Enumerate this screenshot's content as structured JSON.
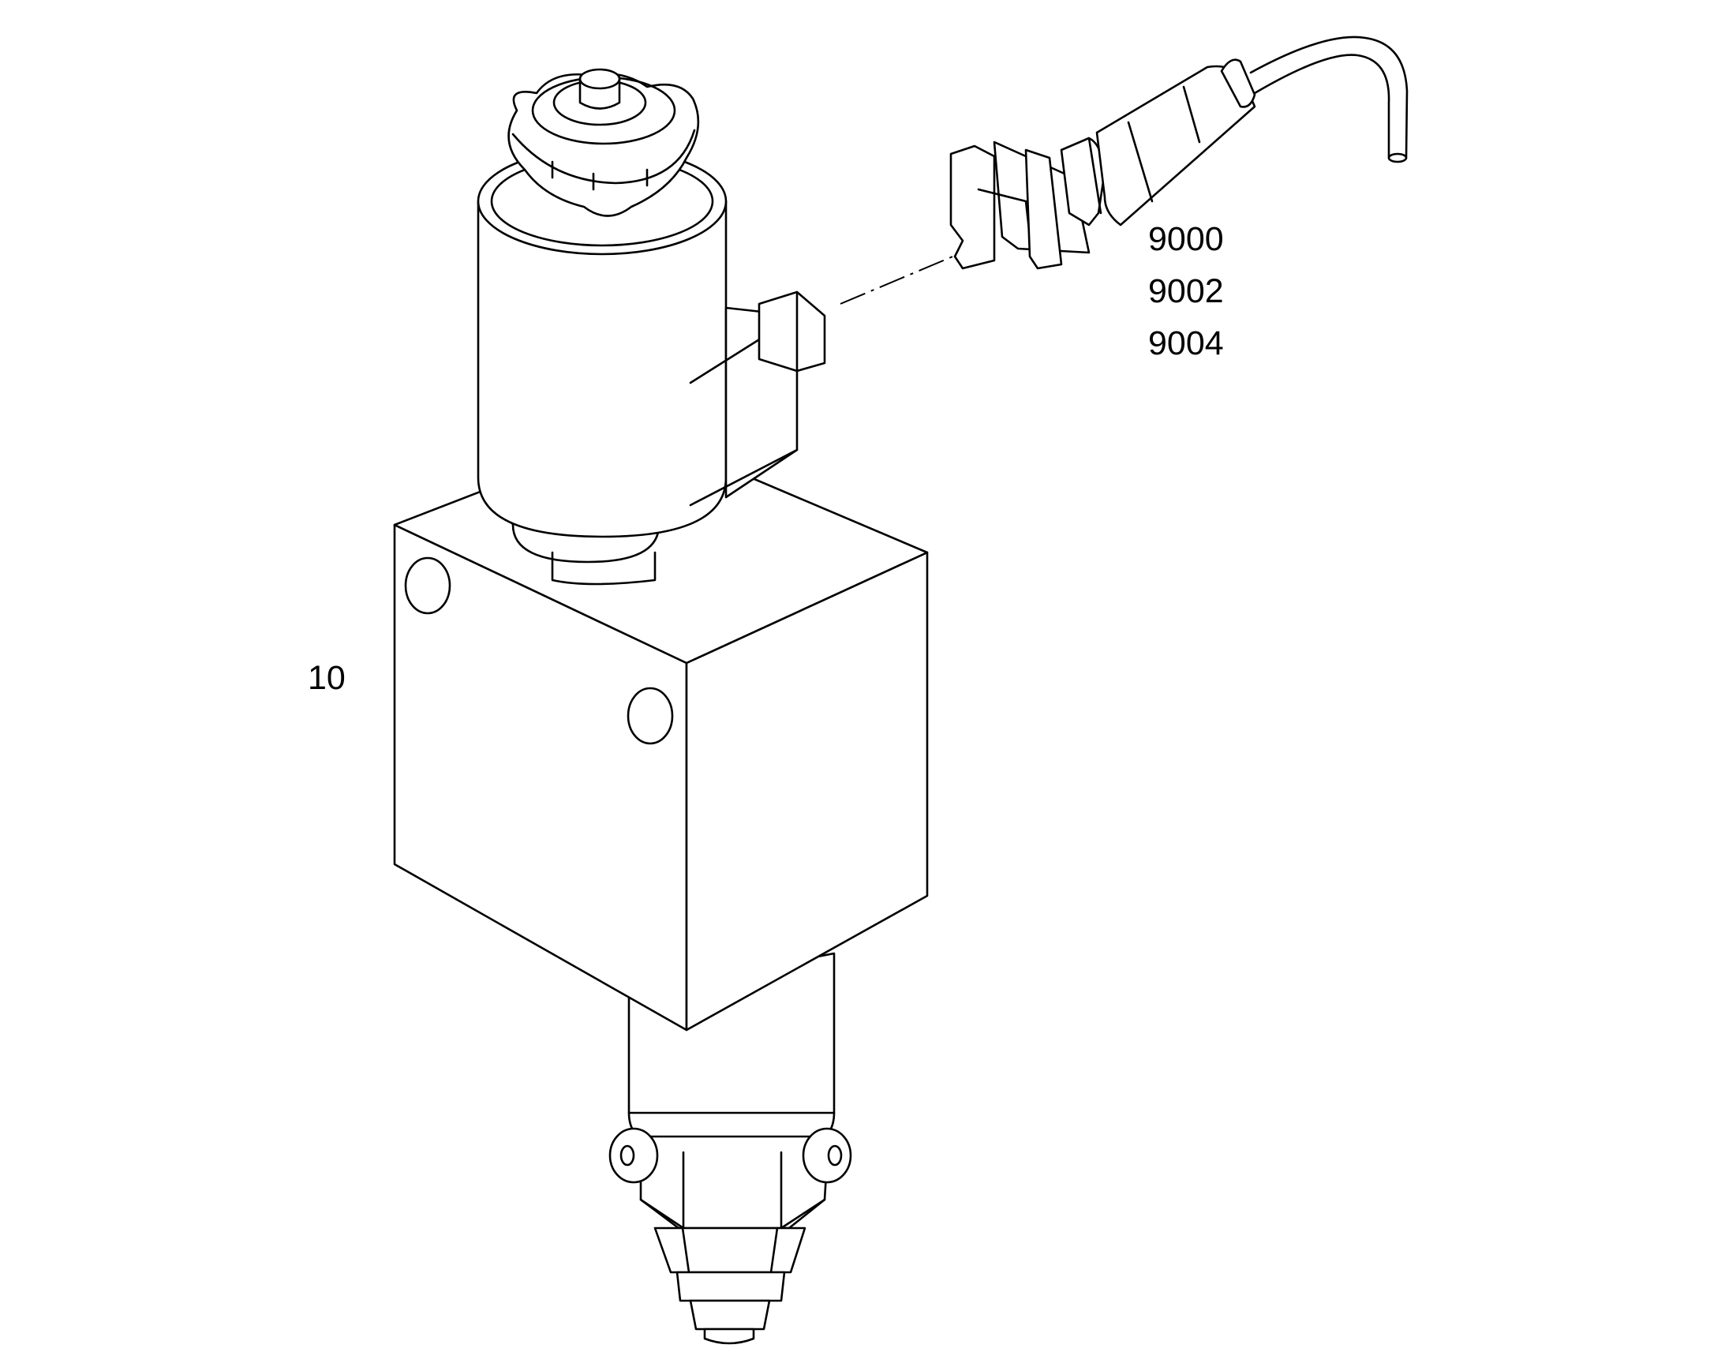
{
  "callouts": {
    "connector": [
      "9000",
      "9002",
      "9004"
    ],
    "valve_block": "10"
  },
  "colors": {
    "line": "#000000",
    "background": "#ffffff"
  }
}
